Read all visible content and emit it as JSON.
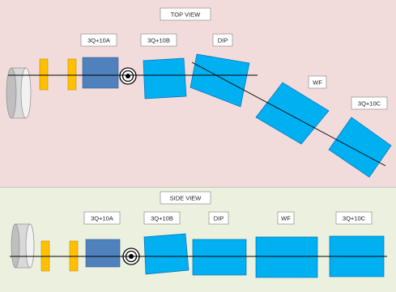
{
  "top_view": {
    "title": "TOP VIEW",
    "labels": {
      "q10a": "3Q+10A",
      "q10b": "3Q+10B",
      "dip": "DIP",
      "wf": "WF",
      "q10c": "3Q+10C"
    }
  },
  "side_view": {
    "title": "SIDE VIEW",
    "labels": {
      "q10a": "3Q+10A",
      "q10b": "3Q+10B",
      "dip": "DIP",
      "wf": "WF",
      "q10c": "3Q+10C"
    }
  },
  "colors": {
    "top_background": "#f2dcdb",
    "side_background": "#ebf1de",
    "magnet_blue": "#00b0f0",
    "quad_dark_blue": "#4f81bd",
    "yellow_element": "#ffc000",
    "cylinder_grey": "#d9d9d9"
  }
}
